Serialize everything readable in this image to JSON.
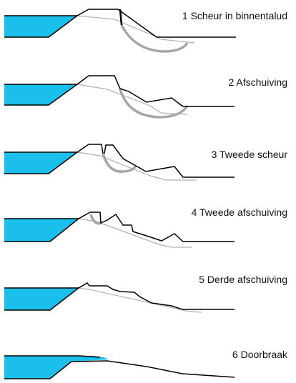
{
  "stages": [
    {
      "label": "1 Scheur in  binnentalud"
    },
    {
      "label": "2 Afschuiving"
    },
    {
      "label": "3 Tweede scheur"
    },
    {
      "label": "4 Tweede afschuiving"
    },
    {
      "label": "5 Derde afschuiving"
    },
    {
      "label": "6 Doorbraak"
    }
  ],
  "colors": {
    "water": "#1bbfeb",
    "dike_outline": "#000000",
    "original_profile": "#b0b0b0",
    "slip_surface": "#a6a6a6"
  }
}
